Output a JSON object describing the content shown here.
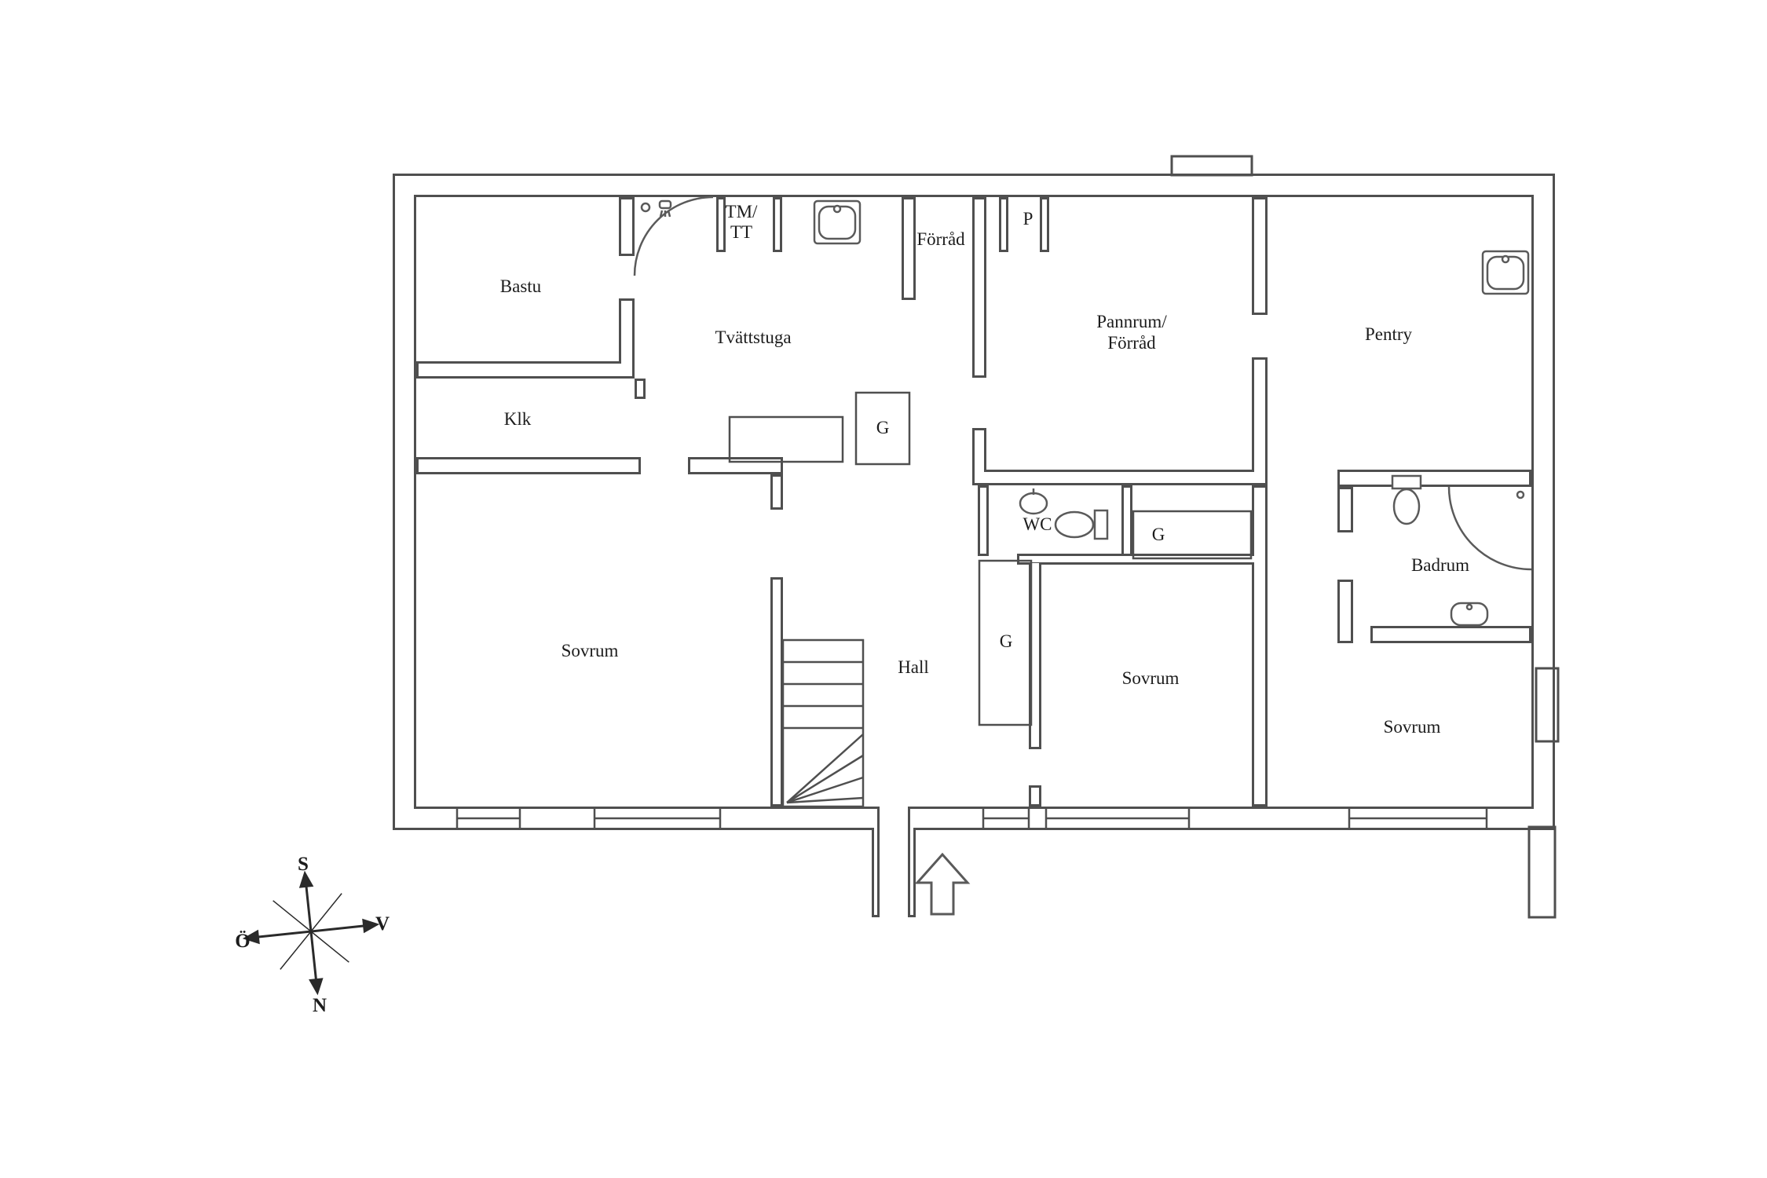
{
  "colors": {
    "background": "#ffffff",
    "wall": "#4f4f4f",
    "fixture": "#5a5a5a",
    "text": "#1c1c1c"
  },
  "labels": {
    "bastu": "Bastu",
    "tvattstuga": "Tvättstuga",
    "klk": "Klk",
    "tm_line1": "TM/",
    "tm_line2": "TT",
    "forrad_top": "Förråd",
    "p_closet": "P",
    "pannrum_line1": "Pannrum/",
    "pannrum_line2": "Förråd",
    "pentry": "Pentry",
    "g_tvattstuga": "G",
    "wc": "WC",
    "g_pannrum": "G",
    "badrum": "Badrum",
    "sovrum_left": "Sovrum",
    "hall": "Hall",
    "g_hall": "G",
    "sovrum_middle": "Sovrum",
    "sovrum_right": "Sovrum"
  },
  "compass": {
    "south": "S",
    "west": "V",
    "east": "Ö",
    "north": "N"
  }
}
